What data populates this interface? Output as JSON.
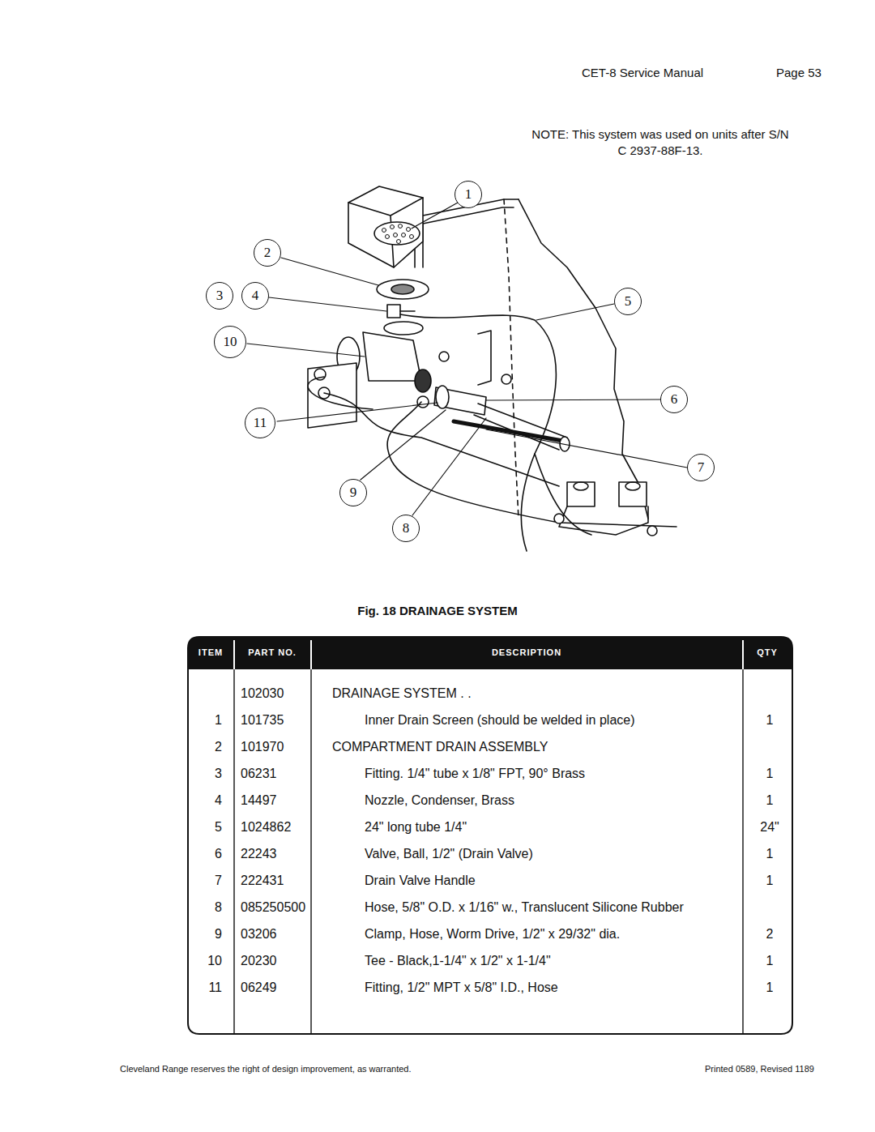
{
  "diagram": {
    "caption": "Fig. 18 DRAINAGE SYSTEM",
    "nodes": [
      {
        "text": [
          "1"
        ]
      },
      {
        "text": [
          "2"
        ]
      },
      {
        "text": [
          "3"
        ]
      },
      {
        "text": [
          "4"
        ]
      },
      {
        "text": [
          "10"
        ]
      },
      {
        "text": [
          "5"
        ]
      },
      {
        "text": [
          "6"
        ]
      },
      {
        "text": [
          "11"
        ]
      },
      {
        "text": [
          "7"
        ]
      },
      {
        "text": [
          "9"
        ]
      },
      {
        "text": [
          "8"
        ]
      }
    ],
    "labels": [
      "CET-8 Service Manual",
      "Page 53",
      "NOTE: This system was used on units after S/N C 2937-88F-13.",
      "ITEM",
      "PART NO.",
      "DESCRIPTION",
      "QTY",
      "102030",
      "DRAINAGE SYSTEM . .",
      "1",
      "101735",
      "Inner Drain Screen (should be welded in place)",
      "1",
      "2",
      "101970",
      "COMPARTMENT DRAIN ASSEMBLY",
      "3",
      "06231",
      "Fitting. 1/4\" tube x 1/8\" FPT, 90° Brass",
      "1",
      "4",
      "14497",
      "Nozzle, Condenser, Brass",
      "1",
      "5",
      "1024862",
      "24\" long tube 1/4\"",
      "24\"",
      "6",
      "22243",
      "Valve, Ball, 1/2\" (Drain Valve)",
      "1",
      "7",
      "222431",
      "Drain Valve Handle",
      "1",
      "8",
      "085250500",
      "Hose, 5/8\" O.D. x 1/16\" w., Translucent Silicone Rubber",
      "9",
      "03206",
      "Clamp, Hose, Worm Drive, 1/2\" x 29/32\" dia.",
      "2",
      "10",
      "20230",
      "Tee - Black,1-1/4\" x 1/2\" x 1-1/4\"",
      "1",
      "11",
      "06249",
      "Fitting, 1/2\" MPT x 5/8\" I.D., Hose",
      "1",
      "Cleveland Range reserves the right of design improvement, as warranted.",
      "Printed 0589, Revised 1189"
    ]
  }
}
